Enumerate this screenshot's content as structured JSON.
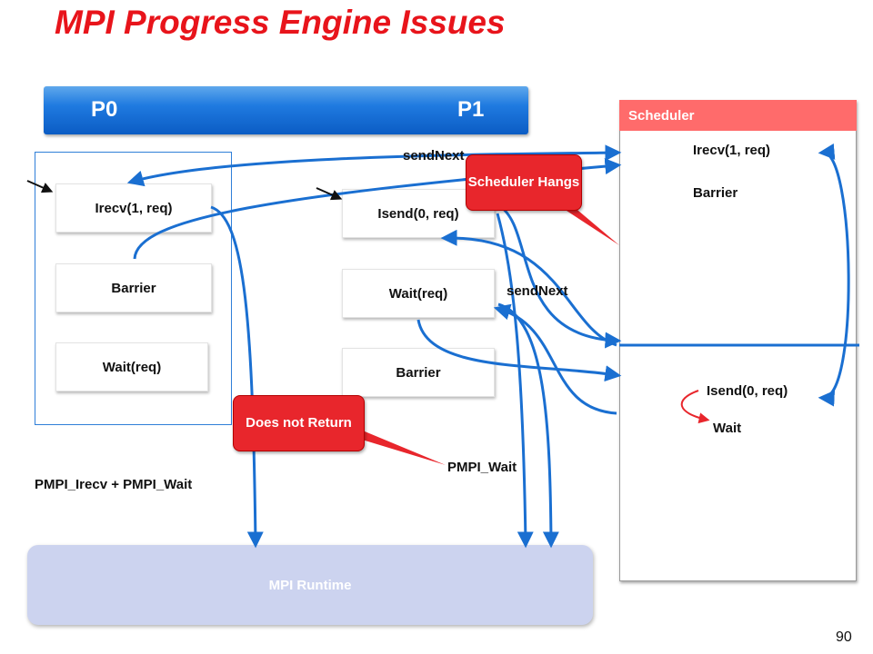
{
  "title": "MPI Progress Engine Issues",
  "process_bar": {
    "p0": "P0",
    "p1": "P1"
  },
  "p0_boxes": [
    "Irecv(1, req)",
    "Barrier",
    "Wait(req)"
  ],
  "p1_boxes": [
    "Isend(0, req)",
    "Wait(req)",
    "Barrier"
  ],
  "scheduler": {
    "header": "Scheduler",
    "lines": [
      "Irecv(1, req)",
      "Barrier",
      "Isend(0, req)",
      "Wait"
    ]
  },
  "labels": {
    "send_next_top": "sendNext",
    "send_next_mid": "sendNext",
    "pmpi_irecv_wait": "PMPI_Irecv + PMPI_Wait",
    "pmpi_wait": "PMPI_Wait"
  },
  "callouts": {
    "scheduler_hangs": "Scheduler Hangs",
    "does_not_return": "Does not Return"
  },
  "runtime": "MPI Runtime",
  "page_number": "90",
  "colors": {
    "title": "#e8141b",
    "arrow": "#1a6fd1",
    "callout": "#e8262c",
    "scheduler_header": "#ff6b6b"
  }
}
